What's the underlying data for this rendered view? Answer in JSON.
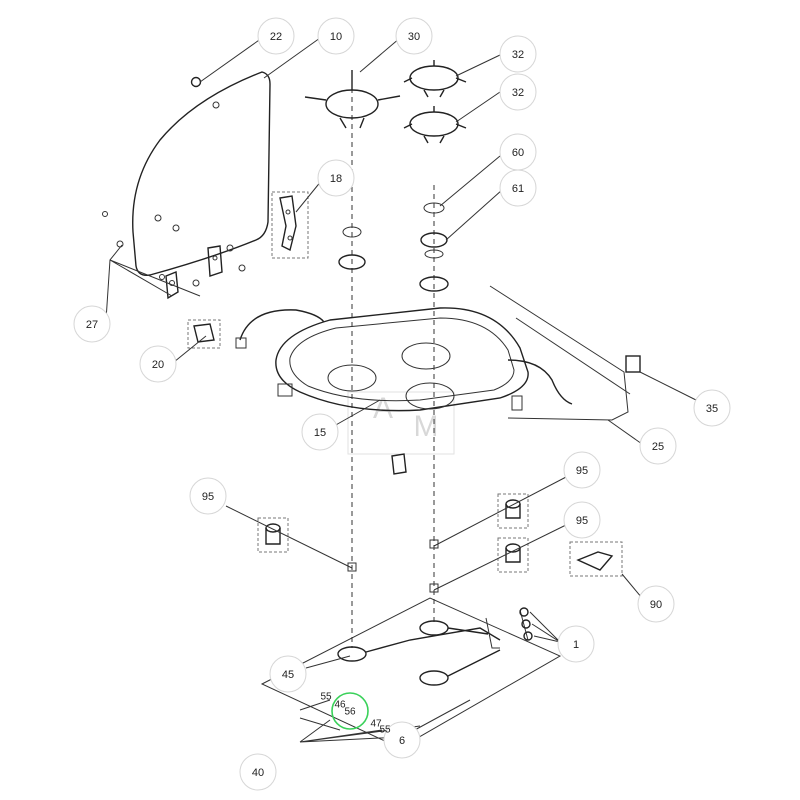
{
  "diagram": {
    "callouts": [
      {
        "id": "c22",
        "label": "22"
      },
      {
        "id": "c10",
        "label": "10"
      },
      {
        "id": "c30",
        "label": "30"
      },
      {
        "id": "c32a",
        "label": "32"
      },
      {
        "id": "c32b",
        "label": "32"
      },
      {
        "id": "c60",
        "label": "60"
      },
      {
        "id": "c61",
        "label": "61"
      },
      {
        "id": "c18",
        "label": "18"
      },
      {
        "id": "c27",
        "label": "27"
      },
      {
        "id": "c20",
        "label": "20"
      },
      {
        "id": "c15",
        "label": "15"
      },
      {
        "id": "c35",
        "label": "35"
      },
      {
        "id": "c25",
        "label": "25"
      },
      {
        "id": "c95a",
        "label": "95"
      },
      {
        "id": "c95b",
        "label": "95"
      },
      {
        "id": "c95c",
        "label": "95"
      },
      {
        "id": "c90",
        "label": "90"
      },
      {
        "id": "c1",
        "label": "1"
      },
      {
        "id": "c45",
        "label": "45"
      },
      {
        "id": "c6",
        "label": "6"
      },
      {
        "id": "c40",
        "label": "40"
      },
      {
        "id": "c56",
        "label": "56"
      }
    ],
    "small_labels": [
      {
        "id": "s55a",
        "label": "55"
      },
      {
        "id": "s46",
        "label": "46"
      },
      {
        "id": "s47",
        "label": "47"
      },
      {
        "id": "s55b",
        "label": "55"
      }
    ],
    "watermark": {
      "line1": "A",
      "line2": "M"
    },
    "highlighted_callout": "56",
    "colors": {
      "line": "#222222",
      "callout_border": "#d6d6d6",
      "highlight": "#3ad15a"
    }
  }
}
